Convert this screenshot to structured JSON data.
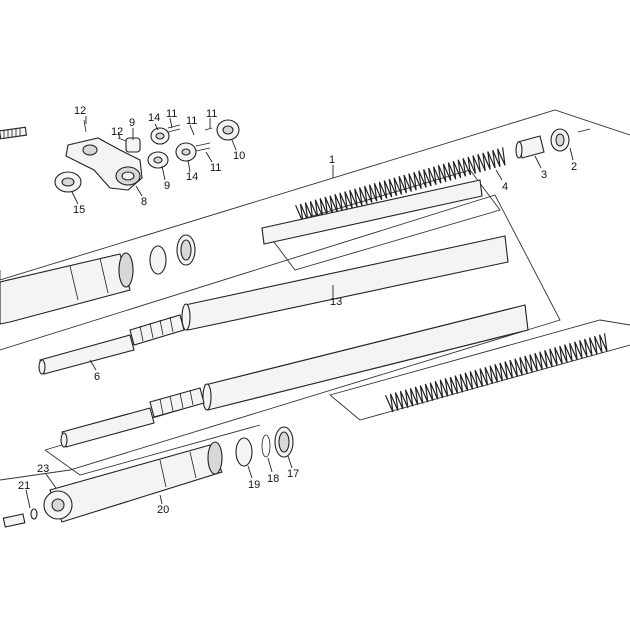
{
  "diagram": {
    "callouts": {
      "c1": "1",
      "c2": "2",
      "c3": "3",
      "c4": "4",
      "c6": "6",
      "c8": "8",
      "c9a": "9",
      "c9b": "9",
      "c10": "10",
      "c11a": "11",
      "c11b": "11",
      "c11c": "11",
      "c11d": "11",
      "c12a": "12",
      "c12b": "12",
      "c13": "13",
      "c14a": "14",
      "c14b": "14",
      "c15": "15",
      "c17": "17",
      "c18": "18",
      "c19": "19",
      "c20": "20",
      "c21": "21",
      "c23": "23"
    }
  }
}
